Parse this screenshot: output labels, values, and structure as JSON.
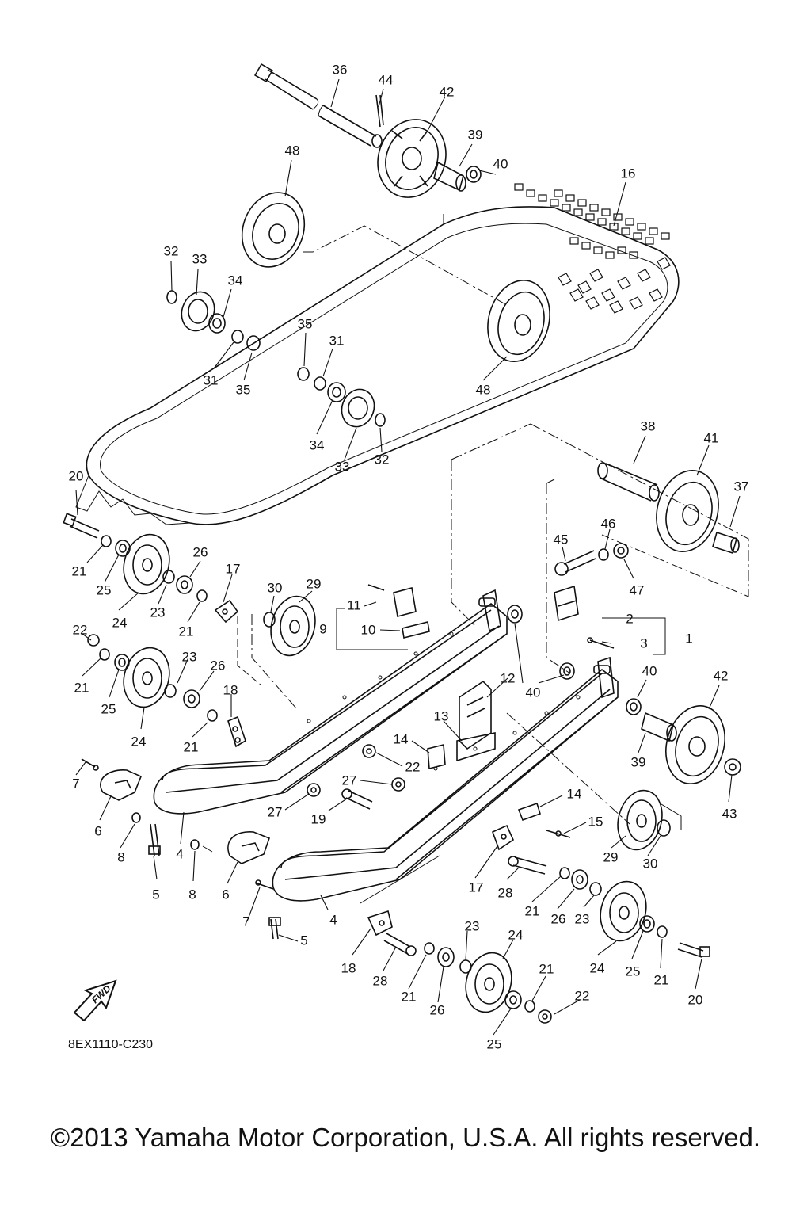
{
  "diagram": {
    "code": "8EX1110-C230",
    "fwd_label": "FWD",
    "copyright": "©2013 Yamaha Motor Corporation, U.S.A. All rights reserved.",
    "callouts": [
      {
        "id": "c36a",
        "text": "36"
      },
      {
        "id": "c44a",
        "text": "44"
      },
      {
        "id": "c42a",
        "text": "42"
      },
      {
        "id": "c39a",
        "text": "39"
      },
      {
        "id": "c40a",
        "text": "40"
      },
      {
        "id": "c48a",
        "text": "48"
      },
      {
        "id": "c16",
        "text": "16"
      },
      {
        "id": "c32a",
        "text": "32"
      },
      {
        "id": "c33a",
        "text": "33"
      },
      {
        "id": "c34a",
        "text": "34"
      },
      {
        "id": "c35a",
        "text": "35"
      },
      {
        "id": "c31a",
        "text": "31"
      },
      {
        "id": "c31b",
        "text": "31"
      },
      {
        "id": "c35b",
        "text": "35"
      },
      {
        "id": "c48b",
        "text": "48"
      },
      {
        "id": "c34b",
        "text": "34"
      },
      {
        "id": "c33b",
        "text": "33"
      },
      {
        "id": "c32b",
        "text": "32"
      },
      {
        "id": "c38",
        "text": "38"
      },
      {
        "id": "c41",
        "text": "41"
      },
      {
        "id": "c37",
        "text": "37"
      },
      {
        "id": "c20a",
        "text": "20"
      },
      {
        "id": "c46",
        "text": "46"
      },
      {
        "id": "c45",
        "text": "45"
      },
      {
        "id": "c47",
        "text": "47"
      },
      {
        "id": "c21a",
        "text": "21"
      },
      {
        "id": "c25a",
        "text": "25"
      },
      {
        "id": "c26a",
        "text": "26"
      },
      {
        "id": "c17a",
        "text": "17"
      },
      {
        "id": "c24a",
        "text": "24"
      },
      {
        "id": "c23a",
        "text": "23"
      },
      {
        "id": "c21b",
        "text": "21"
      },
      {
        "id": "c30a",
        "text": "30"
      },
      {
        "id": "c29a",
        "text": "29"
      },
      {
        "id": "c11",
        "text": "11"
      },
      {
        "id": "c9",
        "text": "9"
      },
      {
        "id": "c10",
        "text": "10"
      },
      {
        "id": "c2",
        "text": "2"
      },
      {
        "id": "c3",
        "text": "3"
      },
      {
        "id": "c1",
        "text": "1"
      },
      {
        "id": "c22a",
        "text": "22"
      },
      {
        "id": "c21c",
        "text": "21"
      },
      {
        "id": "c25b",
        "text": "25"
      },
      {
        "id": "c23b",
        "text": "23"
      },
      {
        "id": "c26b",
        "text": "26"
      },
      {
        "id": "c18a",
        "text": "18"
      },
      {
        "id": "c24b",
        "text": "24"
      },
      {
        "id": "c21d",
        "text": "21"
      },
      {
        "id": "c40b",
        "text": "40"
      },
      {
        "id": "c40c",
        "text": "40"
      },
      {
        "id": "c12",
        "text": "12"
      },
      {
        "id": "c42b",
        "text": "42"
      },
      {
        "id": "c13",
        "text": "13"
      },
      {
        "id": "c14a",
        "text": "14"
      },
      {
        "id": "c22b",
        "text": "22"
      },
      {
        "id": "c39b",
        "text": "39"
      },
      {
        "id": "c43",
        "text": "43"
      },
      {
        "id": "c7a",
        "text": "7"
      },
      {
        "id": "c27a",
        "text": "27"
      },
      {
        "id": "c27b",
        "text": "27"
      },
      {
        "id": "c19",
        "text": "19"
      },
      {
        "id": "c14b",
        "text": "14"
      },
      {
        "id": "c6a",
        "text": "6"
      },
      {
        "id": "c8a",
        "text": "8"
      },
      {
        "id": "c4a",
        "text": "4"
      },
      {
        "id": "c15",
        "text": "15"
      },
      {
        "id": "c29b",
        "text": "29"
      },
      {
        "id": "c30b",
        "text": "30"
      },
      {
        "id": "c5a",
        "text": "5"
      },
      {
        "id": "c8b",
        "text": "8"
      },
      {
        "id": "c6b",
        "text": "6"
      },
      {
        "id": "c17b",
        "text": "17"
      },
      {
        "id": "c28a",
        "text": "28"
      },
      {
        "id": "c21e",
        "text": "21"
      },
      {
        "id": "c26c",
        "text": "26"
      },
      {
        "id": "c23c",
        "text": "23"
      },
      {
        "id": "c7b",
        "text": "7"
      },
      {
        "id": "c4b",
        "text": "4"
      },
      {
        "id": "c5b",
        "text": "5"
      },
      {
        "id": "c23d",
        "text": "23"
      },
      {
        "id": "c24c",
        "text": "24"
      },
      {
        "id": "c24d",
        "text": "24"
      },
      {
        "id": "c25c",
        "text": "25"
      },
      {
        "id": "c21f",
        "text": "21"
      },
      {
        "id": "c20b",
        "text": "20"
      },
      {
        "id": "c18b",
        "text": "18"
      },
      {
        "id": "c28b",
        "text": "28"
      },
      {
        "id": "c21g",
        "text": "21"
      },
      {
        "id": "c26d",
        "text": "26"
      },
      {
        "id": "c21h",
        "text": "21"
      },
      {
        "id": "c22c",
        "text": "22"
      },
      {
        "id": "c25d",
        "text": "25"
      }
    ]
  }
}
